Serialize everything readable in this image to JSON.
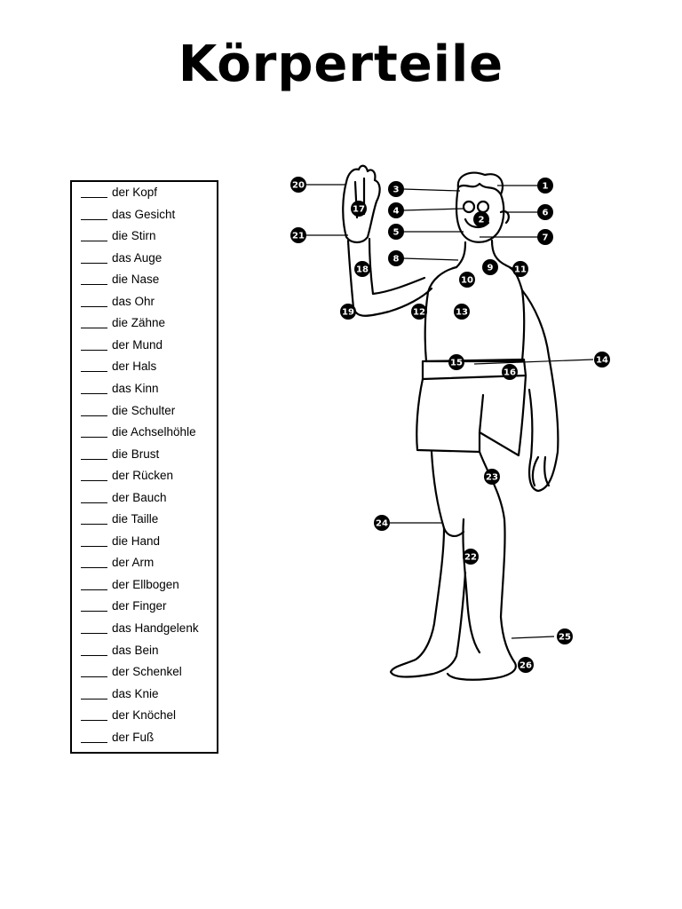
{
  "title": "Körperteile",
  "words": [
    "der Kopf",
    "das Gesicht",
    "die Stirn",
    "das Auge",
    "die Nase",
    "das Ohr",
    "die Zähne",
    "der Mund",
    "der Hals",
    "das Kinn",
    "die Schulter",
    "die Achselhöhle",
    "die Brust",
    "der Rücken",
    "der Bauch",
    "die Taille",
    "die Hand",
    "der Arm",
    "der Ellbogen",
    "der Finger",
    "das Handgelenk",
    "das Bein",
    "der Schenkel",
    "das Knie",
    "der Knöchel",
    "der Fuß"
  ],
  "labels": [
    "1",
    "2",
    "3",
    "4",
    "5",
    "6",
    "7",
    "8",
    "9",
    "10",
    "11",
    "12",
    "13",
    "14",
    "15",
    "16",
    "17",
    "18",
    "19",
    "20",
    "21",
    "22",
    "23",
    "24",
    "25",
    "26"
  ]
}
